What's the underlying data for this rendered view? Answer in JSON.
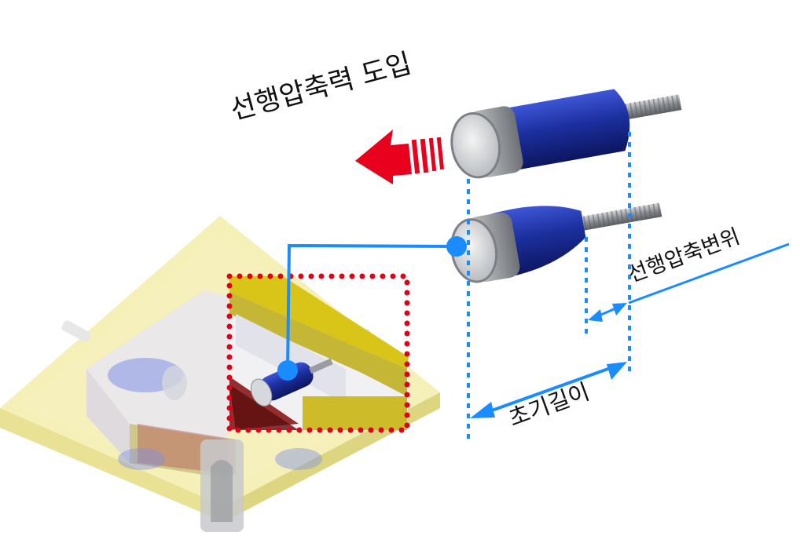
{
  "labels": {
    "preload_intro": "선행압축력 도입",
    "preload_displacement": "선행압축변위",
    "initial_length": "초기길이"
  },
  "colors": {
    "arrow_red": "#e8001c",
    "dimension_blue": "#1a8cff",
    "detail_dotted_red": "#e0001a",
    "housing_yellow": "#f2eaa0",
    "housing_yellow_dark": "#c9b800",
    "damper_blue": "#1f2fa8",
    "cap_gray": "#8a8d92"
  }
}
